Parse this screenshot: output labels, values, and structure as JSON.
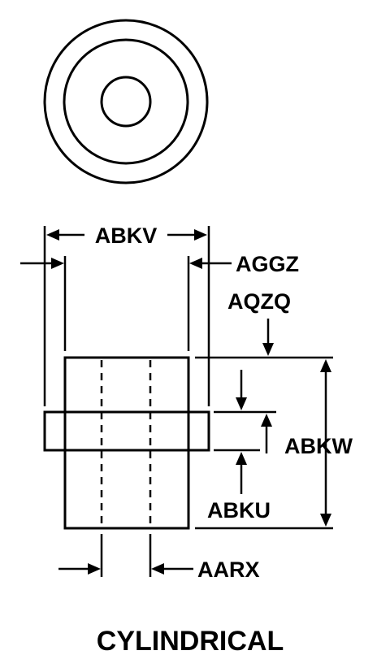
{
  "labels": {
    "abkv": "ABKV",
    "aggz": "AGGZ",
    "aqzq": "AQZQ",
    "abkw": "ABKW",
    "abku": "ABKU",
    "aarx": "AARX"
  },
  "caption": "CYLINDRICAL"
}
